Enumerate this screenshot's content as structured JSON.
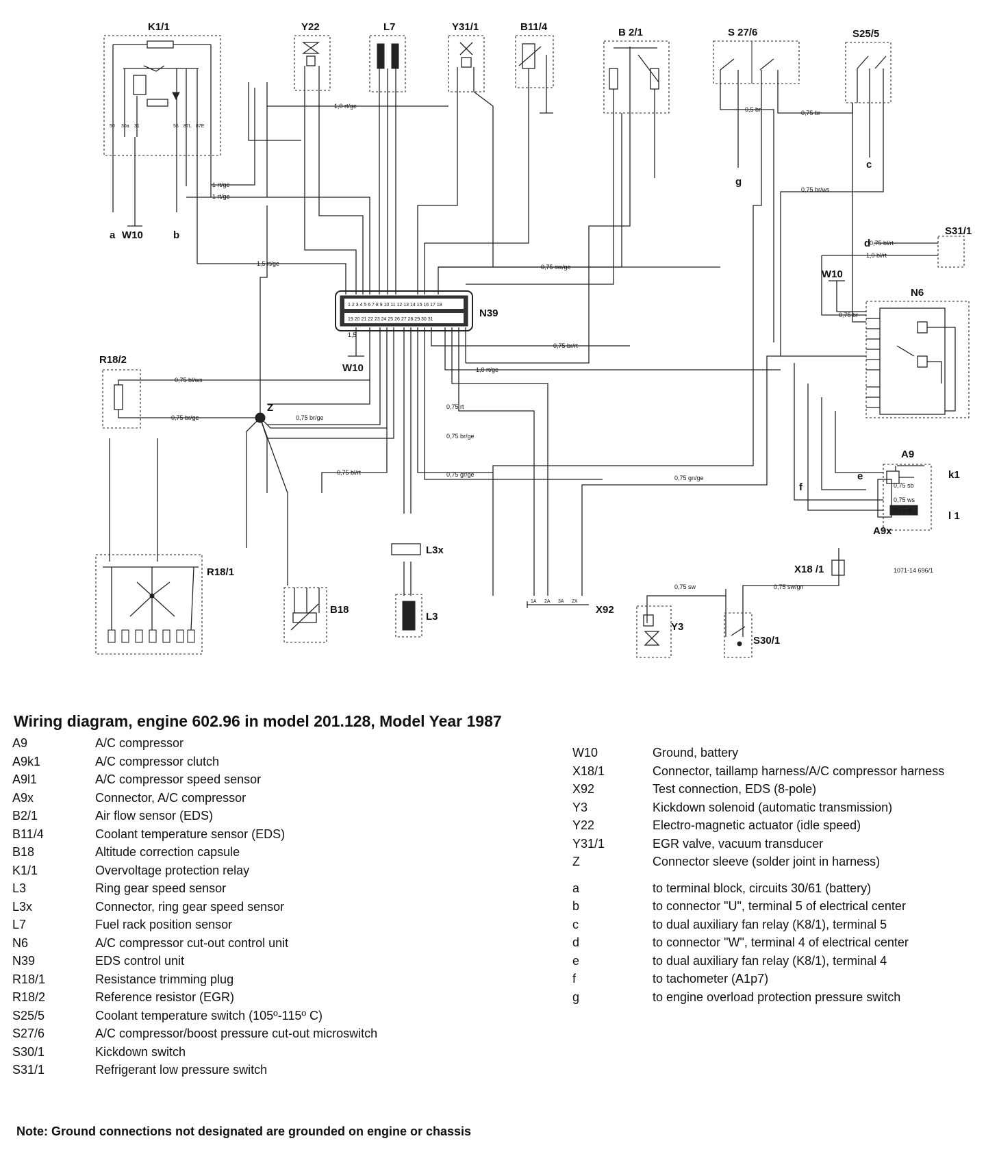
{
  "diagram": {
    "labels": {
      "K1_1": "K1/1",
      "Y22": "Y22",
      "L7": "L7",
      "Y31_1": "Y31/1",
      "B11_4": "B11/4",
      "B2_1": "B 2/1",
      "S27_6": "S 27/6",
      "S25_5": "S25/5",
      "S31_1": "S31/1",
      "N6": "N6",
      "N39": "N39",
      "R18_2": "R18/2",
      "R18_1": "R18/1",
      "Z": "Z",
      "A9": "A9",
      "k1": "k1",
      "l1": "l 1",
      "A9x": "A9x",
      "L3x": "L3x",
      "L3": "L3",
      "B18": "B18",
      "X92": "X92",
      "X18_1": "X18 /1",
      "Y3": "Y3",
      "S30_1": "S30/1",
      "W10_a": "W10",
      "W10_b": "W10",
      "W10_c": "W10",
      "a": "a",
      "b": "b",
      "c": "c",
      "d": "d",
      "e": "e",
      "f": "f",
      "g": "g",
      "ref_number": "1071-14 696/1"
    },
    "wire_labels": {
      "w1": "1,0 rt/ge",
      "w2": "1 rt/ge",
      "w3": "1 rt/ge",
      "w4": "1,5 rt/ge",
      "w5": "0,75 sw/ge",
      "w6": "0,75 br/ws",
      "w7": "0,75 bl/ws",
      "w8": "0,75 br/ge",
      "w9": "0,75 br/ge",
      "w10": "0,75 br/rt",
      "w11": "1,0 rt/ge",
      "w12": "0,75 rt",
      "w13": "0,75 br/ge",
      "w14": "0,75 bl/rt",
      "w15": "0,75 gr/ge",
      "w16": "0,75 gn/ge",
      "w17": "0,5 br",
      "w18": "0,75 br",
      "w19": "0,75 sw",
      "w20": "0,75 sw/gn",
      "w21": "0,75 bl/rt",
      "w22": "1,0 bl/rt",
      "w23": "0,75 br",
      "w24": "0,75 sb",
      "w25": "0,75 ws",
      "w26": "0,75 rt"
    }
  },
  "title": "Wiring diagram, engine 602.96 in model 201.128, Model Year 1987",
  "legend_left": [
    {
      "code": "A9",
      "desc": "A/C compressor"
    },
    {
      "code": "A9k1",
      "desc": "A/C compressor clutch"
    },
    {
      "code": "A9l1",
      "desc": "A/C compressor speed sensor"
    },
    {
      "code": "A9x",
      "desc": "Connector, A/C compressor"
    },
    {
      "code": "B2/1",
      "desc": "Air flow sensor (EDS)"
    },
    {
      "code": "B11/4",
      "desc": "Coolant temperature sensor (EDS)"
    },
    {
      "code": "B18",
      "desc": "Altitude correction capsule"
    },
    {
      "code": "K1/1",
      "desc": "Overvoltage protection relay"
    },
    {
      "code": "L3",
      "desc": "Ring gear speed sensor"
    },
    {
      "code": "L3x",
      "desc": "Connector, ring gear speed sensor"
    },
    {
      "code": "L7",
      "desc": "Fuel rack position sensor"
    },
    {
      "code": "N6",
      "desc": "A/C compressor cut-out control unit"
    },
    {
      "code": "N39",
      "desc": "EDS control unit"
    },
    {
      "code": "R18/1",
      "desc": "Resistance trimming plug"
    },
    {
      "code": "R18/2",
      "desc": "Reference resistor (EGR)"
    },
    {
      "code": "S25/5",
      "desc": "Coolant temperature switch (105º-115º C)"
    },
    {
      "code": "S27/6",
      "desc": "A/C compressor/boost pressure cut-out microswitch"
    },
    {
      "code": "S30/1",
      "desc": "Kickdown switch"
    },
    {
      "code": "S31/1",
      "desc": "Refrigerant low pressure switch"
    }
  ],
  "legend_right": [
    {
      "code": "W10",
      "desc": "Ground, battery"
    },
    {
      "code": "X18/1",
      "desc": "Connector, taillamp harness/A/C compressor harness"
    },
    {
      "code": "X92",
      "desc": "Test connection, EDS (8-pole)"
    },
    {
      "code": "Y3",
      "desc": "Kickdown solenoid (automatic transmission)"
    },
    {
      "code": "Y22",
      "desc": "Electro-magnetic actuator (idle speed)"
    },
    {
      "code": "Y31/1",
      "desc": "EGR valve, vacuum transducer"
    },
    {
      "code": "Z",
      "desc": "Connector sleeve (solder joint in harness)"
    }
  ],
  "legend_terminals": [
    {
      "code": "a",
      "desc": "to terminal block, circuits 30/61 (battery)"
    },
    {
      "code": "b",
      "desc": "to connector \"U\", terminal 5 of electrical center"
    },
    {
      "code": "c",
      "desc": "to dual auxiliary fan relay (K8/1), terminal 5"
    },
    {
      "code": "d",
      "desc": "to connector \"W\", terminal 4 of electrical center"
    },
    {
      "code": "e",
      "desc": "to dual auxiliary fan relay (K8/1), terminal 4"
    },
    {
      "code": "f",
      "desc": "to tachometer (A1p7)"
    },
    {
      "code": "g",
      "desc": "to engine overload protection pressure switch"
    }
  ],
  "note": "Note:  Ground connections not designated are grounded on engine or chassis"
}
